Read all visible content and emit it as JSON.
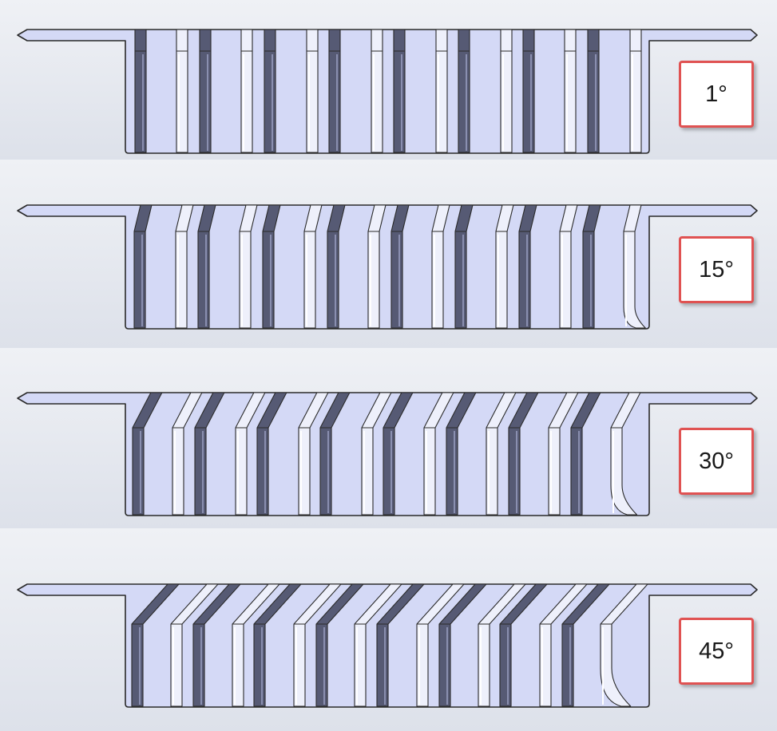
{
  "panels": [
    {
      "id": "panel-1-deg",
      "angle": 1,
      "label": "1°"
    },
    {
      "id": "panel-15-deg",
      "angle": 15,
      "label": "15°"
    },
    {
      "id": "panel-30-deg",
      "angle": 30,
      "label": "30°"
    },
    {
      "id": "panel-45-deg",
      "angle": 45,
      "label": "45°"
    }
  ],
  "colors": {
    "part_fill": "#d4d9f6",
    "outline": "#2a2a2a",
    "slot_dark": "#565a74",
    "slot_light": "#eef0fb",
    "label_border": "#e05252"
  }
}
